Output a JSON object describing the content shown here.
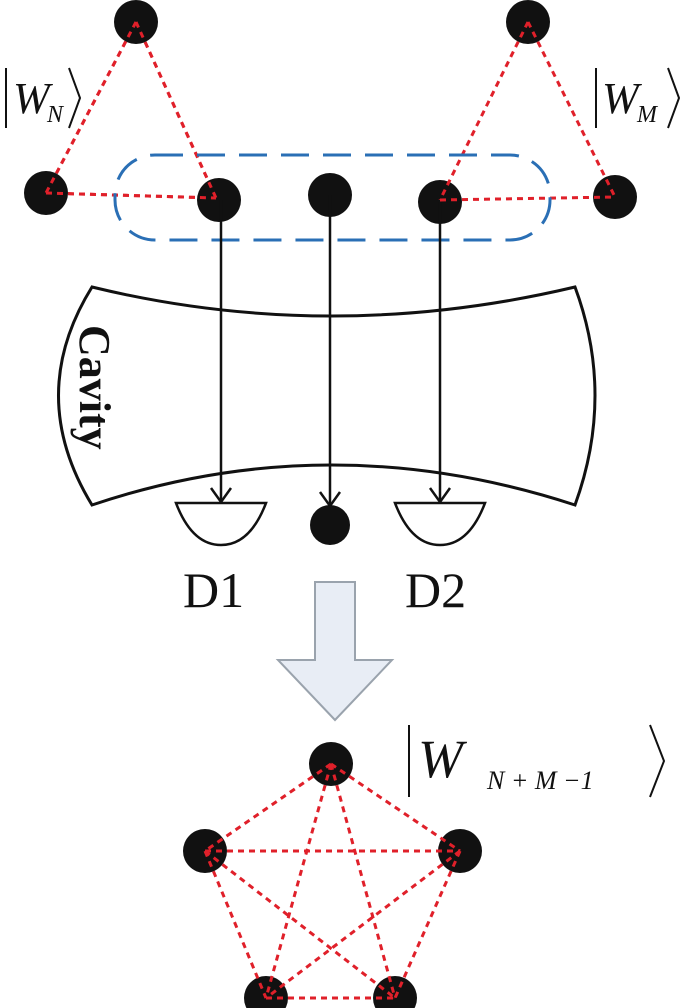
{
  "labels": {
    "ket_left": "W",
    "ket_left_sub": "N",
    "ket_right": "W",
    "ket_right_sub": "M",
    "ket_result": "W",
    "ket_result_sub": "N + M −1",
    "cavity": "Cavity",
    "detector_1": "D1",
    "detector_2": "D2"
  },
  "colors": {
    "atom": "#111111",
    "entanglement_link": "#e0202a",
    "selection_box": "#2a6fb5",
    "arrow_fill": "#e8edf5",
    "arrow_stroke": "#9aa3ad",
    "outline": "#111111"
  }
}
